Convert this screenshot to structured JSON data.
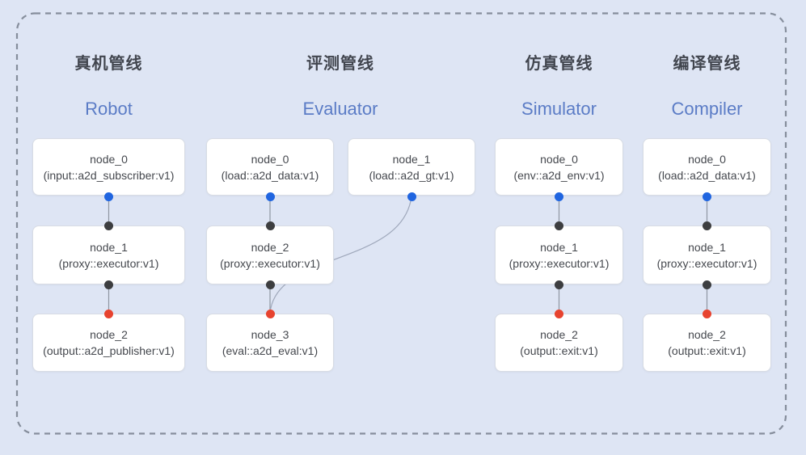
{
  "frame": {
    "style": "dashed",
    "border_color": "#868e9c",
    "background_color": "#dee5f4"
  },
  "colors": {
    "output_port_dot": "#2065e0",
    "proxy_port_dot": "#3d3e40",
    "terminal_port_dot": "#e7432f",
    "edge_line": "#8f96a2",
    "curve_line": "#9fa8bb",
    "node_bg": "#ffffff",
    "node_border": "#d8dce4",
    "cn_title_color": "#42464f",
    "en_title_color": "#5b7cc6"
  },
  "pipelines": [
    {
      "title_cn": "真机管线",
      "title_en": "Robot",
      "nodes": [
        {
          "label": "node_0",
          "type": "(input::a2d_subscriber:v1)"
        },
        {
          "label": "node_1",
          "type": "(proxy::executor:v1)"
        },
        {
          "label": "node_2",
          "type": "(output::a2d_publisher:v1)"
        }
      ]
    },
    {
      "title_cn": "评测管线",
      "title_en": "Evaluator",
      "nodes": [
        {
          "label": "node_0",
          "type": "(load::a2d_data:v1)"
        },
        {
          "label": "node_1",
          "type": "(load::a2d_gt:v1)"
        },
        {
          "label": "node_2",
          "type": "(proxy::executor:v1)"
        },
        {
          "label": "node_3",
          "type": "(eval::a2d_eval:v1)"
        }
      ]
    },
    {
      "title_cn": "仿真管线",
      "title_en": "Simulator",
      "nodes": [
        {
          "label": "node_0",
          "type": "(env::a2d_env:v1)"
        },
        {
          "label": "node_1",
          "type": "(proxy::executor:v1)"
        },
        {
          "label": "node_2",
          "type": "(output::exit:v1)"
        }
      ]
    },
    {
      "title_cn": "编译管线",
      "title_en": "Compiler",
      "nodes": [
        {
          "label": "node_0",
          "type": "(load::a2d_data:v1)"
        },
        {
          "label": "node_1",
          "type": "(proxy::executor:v1)"
        },
        {
          "label": "node_2",
          "type": "(output::exit:v1)"
        }
      ]
    }
  ]
}
